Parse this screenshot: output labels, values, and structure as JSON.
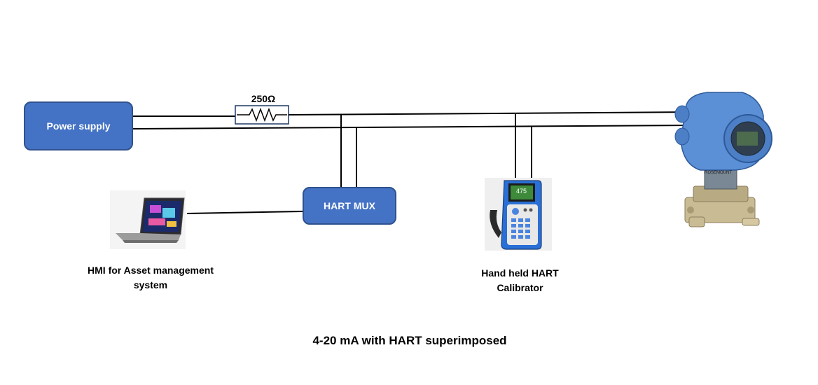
{
  "diagram": {
    "resistor_label": "250Ω",
    "power_supply_label": "Power supply",
    "hart_mux_label": "HART MUX",
    "hmi_label": "HMI for Asset management system",
    "calibrator_label": "Hand held HART Calibrator",
    "calibrator_screen_text": "475",
    "transmitter_brand_text": "ROSEMOUNT",
    "caption": "4-20 mA with HART superimposed",
    "colors": {
      "box_fill": "#4472c4",
      "box_border": "#2f528f",
      "wire": "#000000",
      "transmitter_body": "#5b8fd6",
      "calibrator_body": "#2a6fd6"
    }
  }
}
